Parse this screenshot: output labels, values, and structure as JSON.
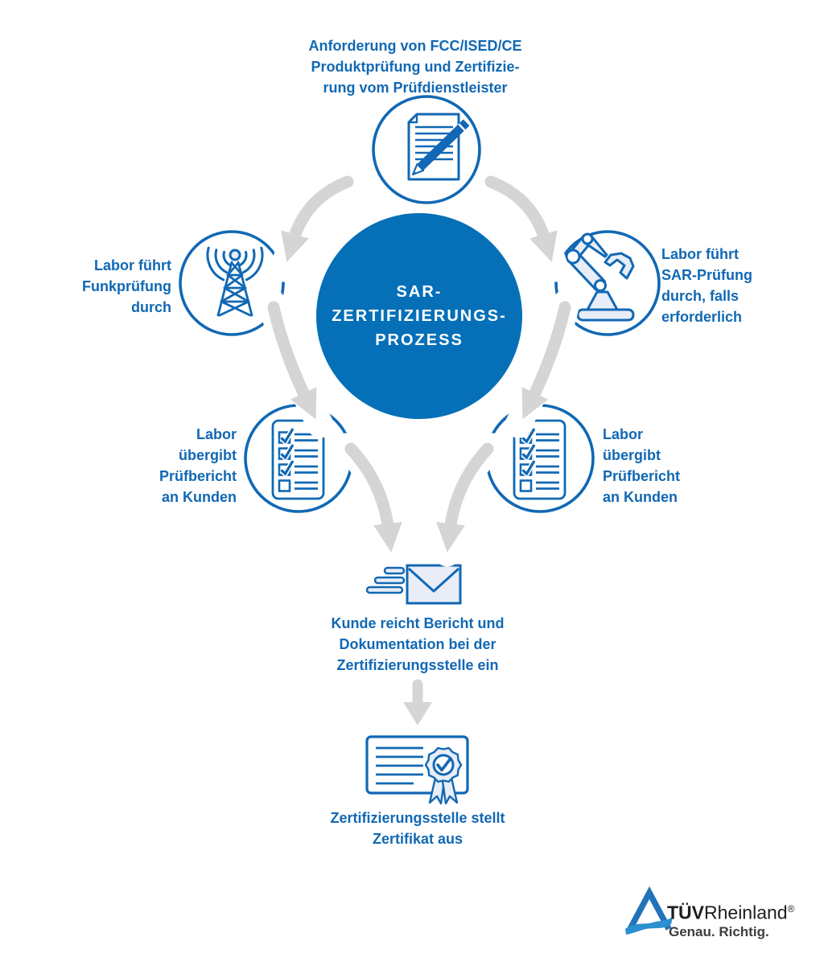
{
  "colors": {
    "brand_blue_fill": "#0570b8",
    "stroke_blue": "#1168b4",
    "icon_light_fill": "#e8edf7",
    "arrow_gray": "#d5d5d5",
    "logo_triangle_blue": "#2173b9",
    "logo_swoosh_blue": "#2b90d0",
    "logo_text_dark": "#1d1d1b"
  },
  "center_circle": {
    "title": "SAR-\nZERTIFIZIERUNGS-\nPROZESS"
  },
  "steps": {
    "request": {
      "label": "Anforderung von FCC/ISED/CE\nProduktprüfung und Zertifizie-\nrung vom Prüfdienstleister",
      "icon": "document-pencil-icon"
    },
    "radio_test": {
      "label": "Labor führt\nFunkprüfung\ndurch",
      "icon": "radio-tower-icon"
    },
    "sar_test": {
      "label": "Labor führt\nSAR-Prüfung\ndurch, falls\nerforderlich",
      "icon": "robot-arm-icon"
    },
    "report_left": {
      "label": "Labor\nübergibt\nPrüfbericht\nan Kunden",
      "icon": "checklist-icon"
    },
    "report_right": {
      "label": "Labor\nübergibt\nPrüfbericht\nan Kunden",
      "icon": "checklist-icon"
    },
    "submit": {
      "label": "Kunde reicht Bericht und\nDokumentation bei der\nZertifizierungsstelle ein",
      "icon": "envelope-speed-icon"
    },
    "certificate": {
      "label": "Zertifizierungsstelle stellt\nZertifikat aus",
      "icon": "certificate-seal-icon"
    }
  },
  "logo": {
    "tuv": "TÜV",
    "rheinland": "Rheinland",
    "registered": "®",
    "tagline": "Genau. Richtig."
  }
}
